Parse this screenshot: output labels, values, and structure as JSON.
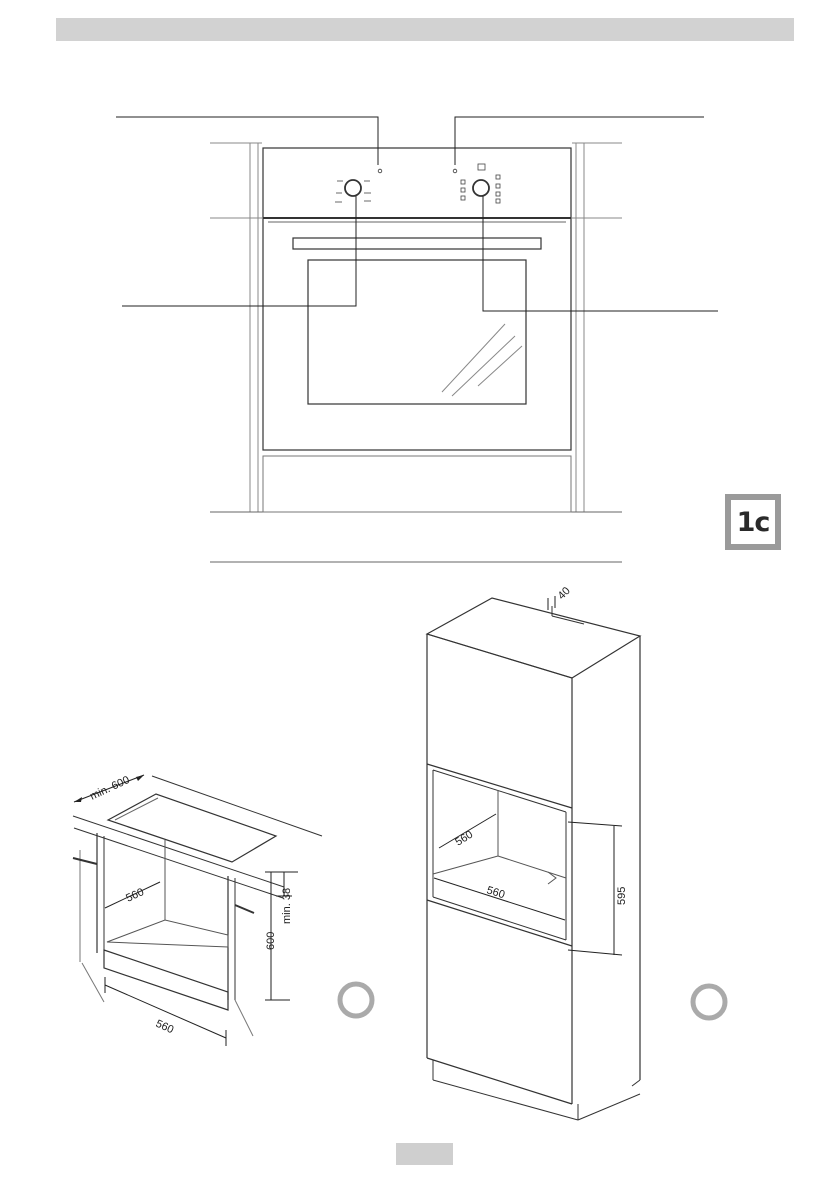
{
  "badge": {
    "label": "1c"
  },
  "undercounter_figure": {
    "dims": {
      "min_depth": "min. 600",
      "inner_depth": "560",
      "width": "560",
      "height": "600",
      "min_gap": "min. 38"
    }
  },
  "column_figure": {
    "dims": {
      "top_gap": "40",
      "inner_depth": "560",
      "width": "560",
      "height": "595"
    }
  },
  "colors": {
    "line": "#333333",
    "light_line": "#777777",
    "bar": "#d2d2d2",
    "badge_border": "#9a9a9a"
  }
}
